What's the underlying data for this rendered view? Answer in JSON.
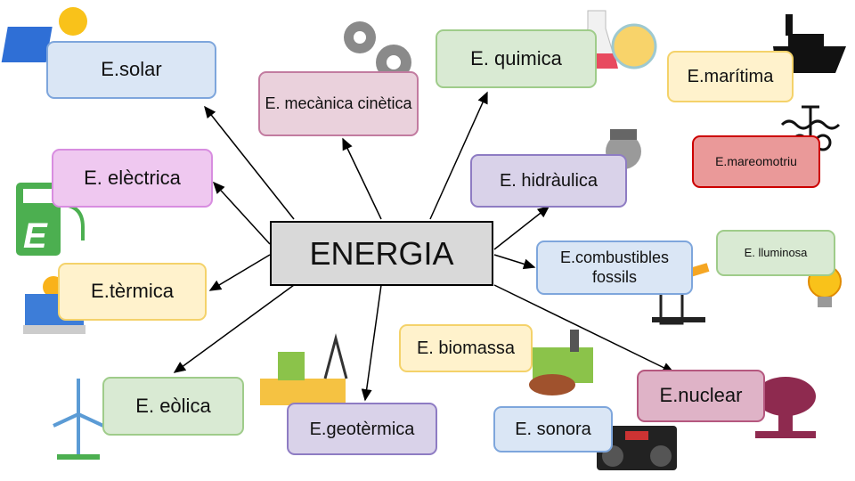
{
  "center": "ENERGIA",
  "nodes": {
    "solar": "E.solar",
    "mecanica": "E. mecànica cinètica",
    "quimica": "E. quimica",
    "maritima": "E.marítima",
    "mareomotriu": "E.mareomotriu",
    "electrica": "E. elèctrica",
    "hidraulica": "E. hidràulica",
    "combustibles": "E.combustibles fossils",
    "lluminosa": "E. lluminosa",
    "termica": "E.tèrmica",
    "biomassa": "E. biomassa",
    "eolica": "E. eòlica",
    "nuclear": "E.nuclear",
    "geotermica": "E.geotèrmica",
    "sonora": "E. sonora"
  }
}
